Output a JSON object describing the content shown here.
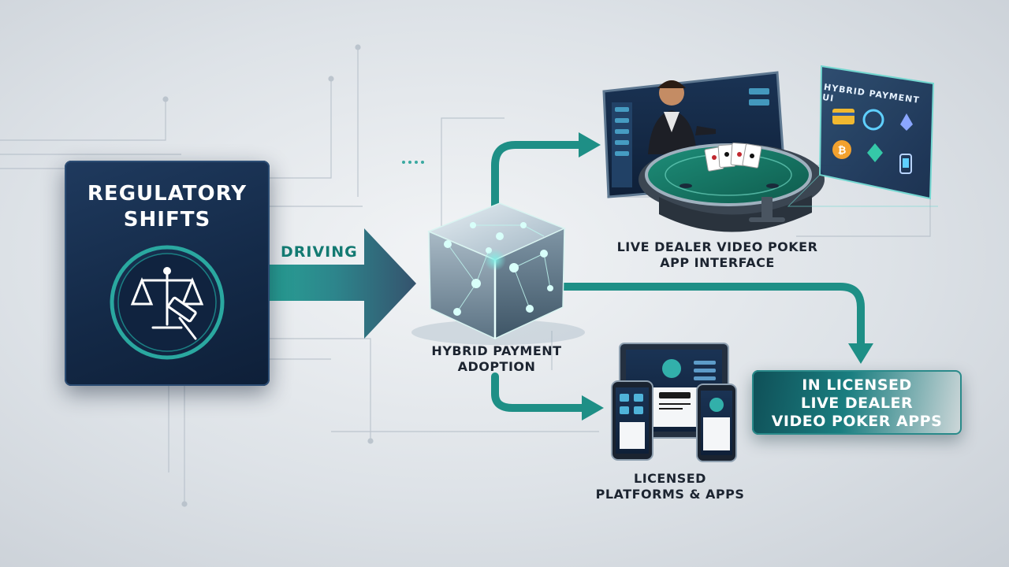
{
  "source": {
    "title_lines": [
      "REGULATORY",
      "SHIFTS"
    ],
    "icon": "scales-gavel-icon"
  },
  "connector": {
    "label": "DRIVING"
  },
  "hub": {
    "label_lines": [
      "HYBRID PAYMENT",
      "ADOPTION"
    ],
    "icon": "network-cube-icon"
  },
  "live_dealer": {
    "label_lines": [
      "LIVE DEALER VIDEO POKER",
      "APP INTERFACE"
    ],
    "icon": "poker-table-icon"
  },
  "payment_ui": {
    "title": "HYBRID PAYMENT UI",
    "icons": [
      "card-icon",
      "circle-coin-icon",
      "ethereum-icon",
      "bitcoin-icon",
      "diamond-coin-icon",
      "phone-icon"
    ]
  },
  "platforms": {
    "label_lines": [
      "LICENSED",
      "PLATFORMS & APPS"
    ],
    "icon": "devices-icon"
  },
  "outcome": {
    "lines": [
      "IN LICENSED",
      "LIVE DEALER",
      "VIDEO POKER APPS"
    ]
  },
  "colors": {
    "teal": "#1e8f86",
    "navy": "#172f50",
    "background": "#e4e8ec"
  }
}
